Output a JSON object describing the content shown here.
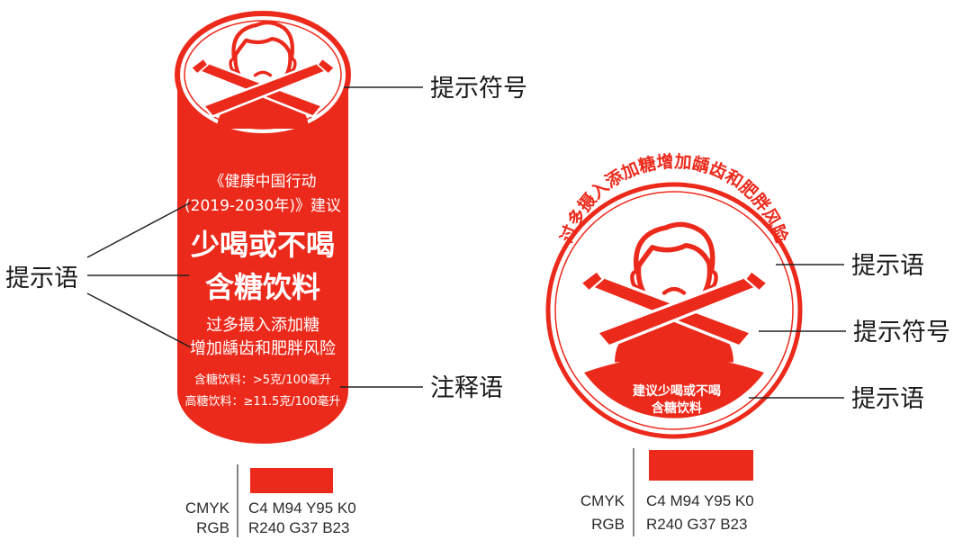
{
  "colors": {
    "warning_red": "#ec2a1c",
    "ink": "#1a1a1a",
    "white": "#ffffff"
  },
  "icon": "person-crossed-arms-icon",
  "vertical_label": {
    "line1": "《健康中国行动",
    "line2": "(2019-2030年)》建议",
    "headline1": "少喝或不喝",
    "headline2": "含糖饮料",
    "risk1": "过多摄入添加糖",
    "risk2": "增加龋齿和肥胖风险",
    "note1": "含糖饮料：>5克/100毫升",
    "note2": "高糖饮料：≥11.5克/100毫升"
  },
  "round_label": {
    "arc_text": "过多摄入添加糖增加龋齿和肥胖风险",
    "bottom1": "建议少喝或不喝",
    "bottom2": "含糖饮料"
  },
  "callouts": {
    "left_symbol": "提示符号",
    "left_message": "提示语",
    "left_note": "注释语",
    "right_message_top": "提示语",
    "right_symbol": "提示符号",
    "right_message_bottom": "提示语"
  },
  "swatch": {
    "cmyk_label": "CMYK",
    "rgb_label": "RGB",
    "cmyk_value": "C4 M94 Y95 K0",
    "rgb_value": "R240 G37 B23"
  }
}
